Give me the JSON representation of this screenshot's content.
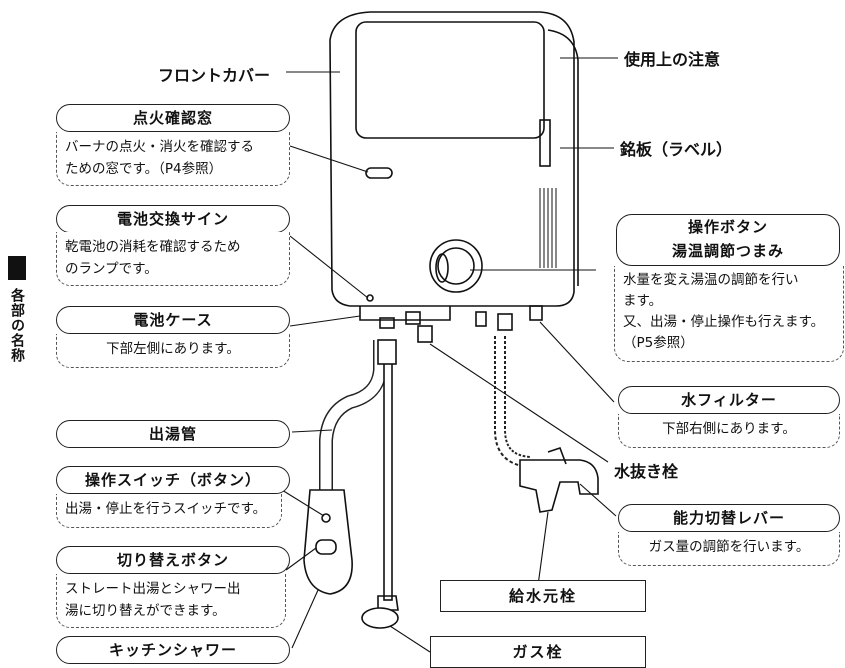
{
  "side_tab": {
    "label": "各部の名称"
  },
  "labels": {
    "front_cover": "フロントカバー",
    "usage_notice": "使用上の注意",
    "nameplate": "銘板（ラベル）",
    "drain_plug": "水抜き栓",
    "water_supply_valve": "給水元栓",
    "gas_valve": "ガス栓"
  },
  "callouts": {
    "ignition_window": {
      "title": "点火確認窓",
      "desc": [
        "バーナの点火・消火を確認する",
        "ための窓です。（P4参照）"
      ]
    },
    "battery_sign": {
      "title": "電池交換サイン",
      "desc": [
        "乾電池の消耗を確認するため",
        "のランプです。"
      ]
    },
    "battery_case": {
      "title": "電池ケース",
      "desc": [
        "下部左側にあります。"
      ]
    },
    "hot_water_pipe": {
      "title": "出湯管"
    },
    "operation_switch": {
      "title": "操作スイッチ（ボタン）",
      "desc": [
        "出湯・停止を行うスイッチです。"
      ]
    },
    "switch_button": {
      "title": "切り替えボタン",
      "desc": [
        "ストレート出湯とシャワー出",
        "湯に切り替えができます。"
      ]
    },
    "kitchen_shower": {
      "title": "キッチンシャワー"
    },
    "operation_button": {
      "title_lines": [
        "操作ボタン",
        "湯温調節つまみ"
      ],
      "desc": [
        "水量を変え湯温の調節を行い",
        "ます。",
        "又、出湯・停止操作も行えます。",
        "（P5参照）"
      ]
    },
    "water_filter": {
      "title": "水フィルター",
      "desc": [
        "下部右側にあります。"
      ]
    },
    "capacity_lever": {
      "title": "能力切替レバー",
      "desc": [
        "ガス量の調節を行います。"
      ]
    }
  }
}
